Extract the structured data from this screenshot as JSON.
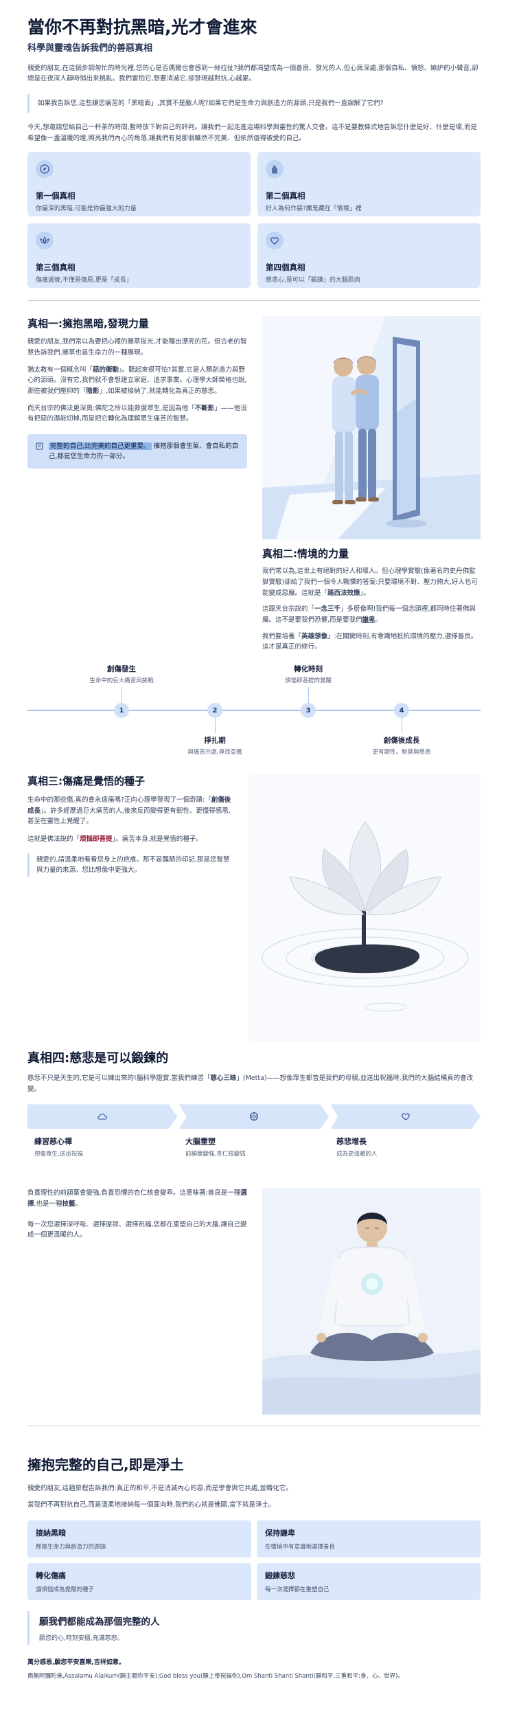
{
  "header": {
    "title": "當你不再對抗黑暗,光才會進來",
    "subtitle": "科學與靈魂告訴我們的善惡真相"
  },
  "intro": {
    "p1": "親愛的朋友,在這個步調匆忙的時光裡,您的心是否偶爾也會感到一絲拉扯?我們都渴望成為一個善良、發光的人,但心底深處,那個自私、憤怒、嫉妒的小聲音,卻總是在夜深人靜時悄出來搗亂。我們害怕它,想要消滅它,卻發現越對抗,心越累。",
    "quote": "如果我告訴您,這些讓您痛苦的「黑暗面」,其實不是敵人呢?如果它們是生命力與創造力的源頭,只是我們一直誤解了它們?",
    "p2": "今天,想邀請您給自己一杯茶的時間,暫時放下對自己的評判。讓我們一起走進這場科學與靈性的驚人交會。這不是要教條式地告訴您什麼是好、什麼是壞,而是希望像一盞溫暖的燈,照亮我們內心的角落,讓我們有見那個雖然不完美、但依然值得被愛的自己。"
  },
  "truths": [
    {
      "title": "第一個真相",
      "desc": "你最深的黑暗,可能是你最強大的力量",
      "icon": "compass-icon"
    },
    {
      "title": "第二個真相",
      "desc": "好人為何作惡?魔鬼藏在「情境」裡",
      "icon": "hand-icon"
    },
    {
      "title": "第三個真相",
      "desc": "傷痛過後,不僅是復原,更是「成長」",
      "icon": "lotus-icon"
    },
    {
      "title": "第四個真相",
      "desc": "慈悲心,是可以「鍛鍊」的大腦肌肉",
      "icon": "heart-icon"
    }
  ],
  "sec1": {
    "title": "真相一:擁抱黑暗,發現力量",
    "p1": "親愛的朋友,我們常以為要把心裡的雜草拔光,才能種出漂亮的花。但古老的智慧告訴我們,雜草也是生命力的一種展現。",
    "p2a": "猶太教有一個概念叫「",
    "p2b": "惡的衝動",
    "p2c": "」。聽起來很可怕?其實,它是人類創造力與野心的源頭。沒有它,我們就不會想建立家庭、追求事業。心理學大師榮格也說,那些被我們壓抑的「",
    "p2d": "陰影",
    "p2e": "」,如果被接納了,就能轉化為真正的慈悲。",
    "p3a": "而天台宗的佛法更深奧:佛陀之所以能救度眾生,是因為他「",
    "p3b": "不斷影",
    "p3c": "」——他沒有把惡的潛能切掉,而是把它轉化為理解眾生痛苦的智慧。",
    "hl_a": "完整的自己,比完美的自己更重要。",
    "hl_b": "擁抱那個會生氣、會自私的自己,那是您生命力的一部分。"
  },
  "sec2": {
    "title": "真相二:情境的力量",
    "p1a": "我們常以為,這世上有絕對的好人和壞人。但心理學實驗(像著名的史丹佛監獄實驗)卻給了我們一個令人戰慄的答案:只要環境不對、壓力夠大,好人也可能變成惡魔。這就是「",
    "p1b": "路西法效應",
    "p1c": "」。",
    "p2a": "這跟天台宗說的「",
    "p2b": "一念三千",
    "p2c": "」多麼像啊!我們每一個念頭裡,都同時住著佛與魔。這不是要我們恐懼,而是要我們",
    "p2d": "謙卑",
    "p2e": "。",
    "p3a": "我們要培養「",
    "p3b": "英雄想像",
    "p3c": "」:在關鍵時刻,有意識地抵抗環境的壓力,選擇善良。這才是真正的修行。"
  },
  "timeline": [
    {
      "num": "1",
      "title": "創傷發生",
      "desc": "生命中的巨大痛苦與挑戰"
    },
    {
      "num": "2",
      "title": "掙扎期",
      "desc": "與痛苦共處,尋找意義"
    },
    {
      "num": "3",
      "title": "轉化時刻",
      "desc": "煩惱即菩提的覺醒"
    },
    {
      "num": "4",
      "title": "創傷後成長",
      "desc": "更有韌性、智慧與慈悲"
    }
  ],
  "sec3": {
    "title": "真相三:傷痛是覺悟的種子",
    "p1a": "生命中的那些傷,真的會永遠痛嗎?正向心理學發現了一個奇蹟:「",
    "p1b": "創傷後成長",
    "p1c": "」。許多經歷過巨大痛苦的人,後來反而變得更有韌性、更懂得感恩,甚至在靈性上覺醒了。",
    "p2a": "這就是佛法說的「",
    "p2b": "煩惱即菩提",
    "p2c": "」。痛苦本身,就是覺悟的種子。",
    "quote": "親愛的,請溫柔地看看您身上的疤痕。那不是醜陋的印記,那是您智慧與力量的來源。您比想像中更強大。"
  },
  "sec4": {
    "title": "真相四:慈悲是可以鍛鍊的",
    "p1a": "慈悲不只是天生的,它是可以練出來的!腦科學證實,當我們練習「",
    "p1b": "慈心三昧",
    "p1c": "」(Metta)——想像眾生都曾是我們的母親,並送出祝福時,我們的大腦結構真的會改變。",
    "steps": [
      {
        "title": "練習慈心禪",
        "desc": "想像眾生,送出祝福",
        "icon": "cloud-icon"
      },
      {
        "title": "大腦重塑",
        "desc": "前額葉變強,杏仁核變弱",
        "icon": "brain-icon"
      },
      {
        "title": "慈悲增長",
        "desc": "成為更溫暖的人",
        "icon": "heart-icon"
      }
    ],
    "p2a": "負責理性的前額葉會變強,負責恐懼的杏仁核會變乖。這意味著:善良是一種",
    "p2b": "選擇",
    "p2c": ",也是一種",
    "p2d": "技藝",
    "p2e": "。",
    "p3": "每一次您選擇深呼吸、選擇原諒、選擇祝福,您都在重塑自己的大腦,讓自己變成一個更溫暖的人。"
  },
  "sec5": {
    "title": "擁抱完整的自己,即是淨土",
    "p1": "親愛的朋友,這趟旅程告訴我們:真正的和平,不是消滅內心的惡,而是學會與它共處,並轉化它。",
    "p2": "當我們不再對抗自己,而是溫柔地接納每一個面向時,我們的心就是佛國,當下就是淨土。",
    "cards": [
      {
        "title": "接納黑暗",
        "desc": "那是生命力與創造力的源頭"
      },
      {
        "title": "保持謙卑",
        "desc": "在情境中有意識地選擇善良"
      },
      {
        "title": "轉化傷痛",
        "desc": "讓煩惱成為覺醒的種子"
      },
      {
        "title": "鍛鍊慈悲",
        "desc": "每一次選擇都在重塑自己"
      }
    ],
    "quote_title": "願我們都能成為那個完整的人",
    "quote_desc": "願您的心,時刻安穩,充滿慈悲。",
    "closing": "萬分感恩,願您平安喜樂,吉祥如意。",
    "blessing": "南無阿彌陀佛,Assalamu Alaikum(願主賜你平安),God bless you(願上帝祝福你),Om Shanti Shanti Shanti(願和平,三重和平:身、心、世界)。"
  },
  "colors": {
    "accent": "#dbe8fb",
    "icon_bg": "#bdd4f5",
    "highlight": "#8fb4e8",
    "red": "#9c1f3c"
  }
}
